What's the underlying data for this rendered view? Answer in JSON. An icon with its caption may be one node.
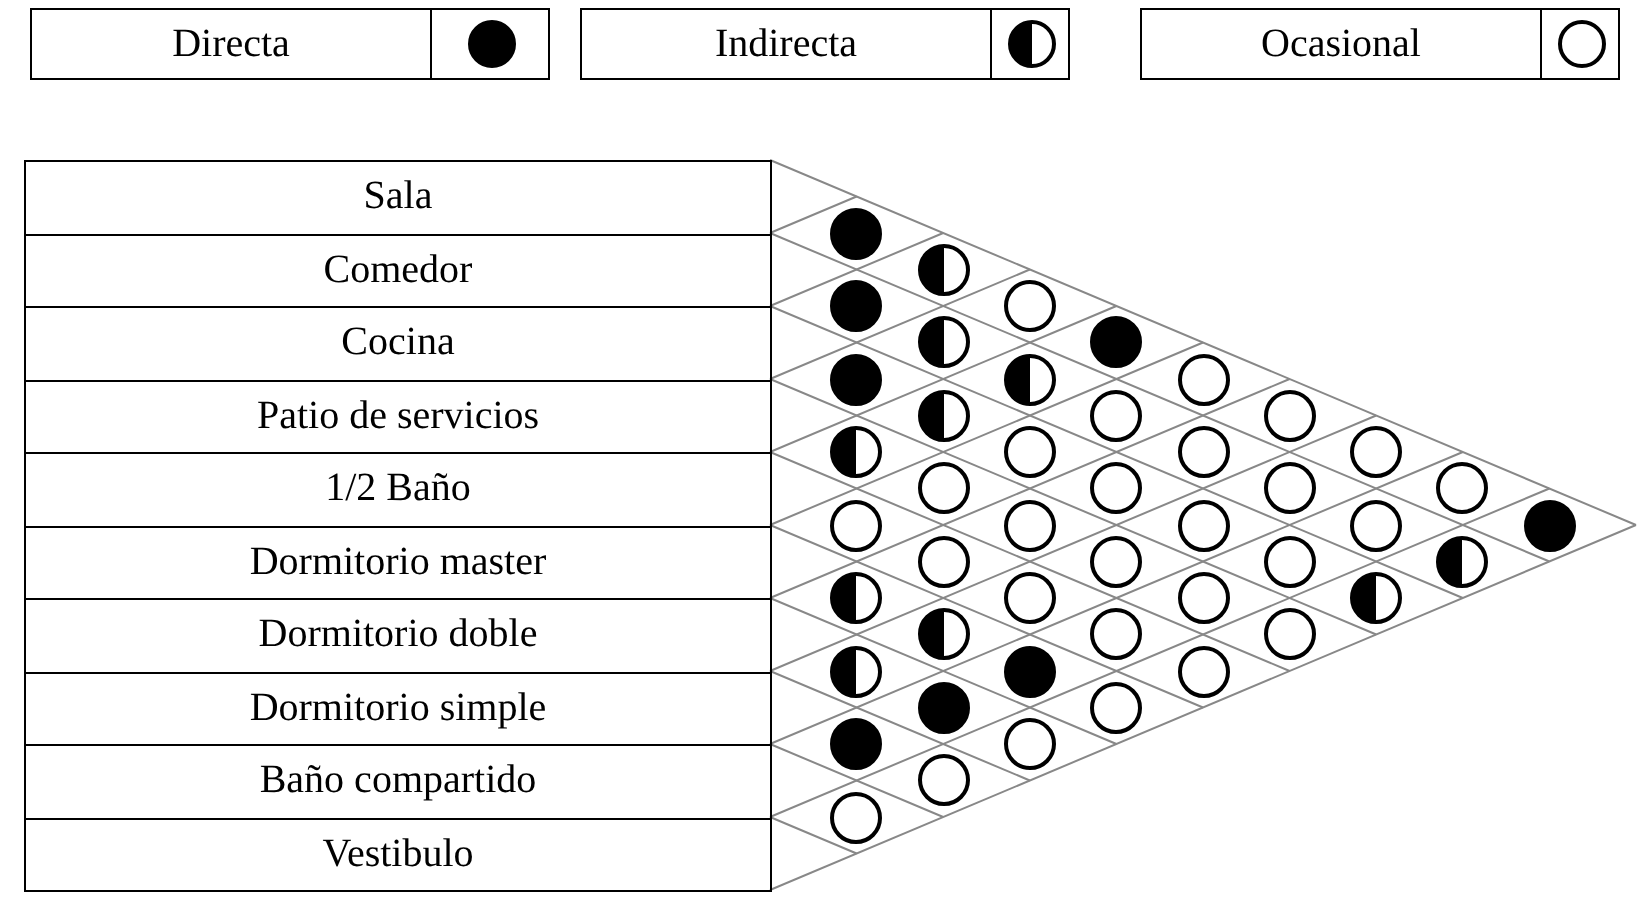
{
  "diagram": {
    "nodes": [
      {
        "text": [
          "Sala"
        ]
      },
      {
        "text": [
          "Comedor"
        ]
      },
      {
        "text": [
          "Cocina"
        ]
      },
      {
        "text": [
          "Patio de servicios"
        ]
      },
      {
        "text": [
          "1/2 Baño"
        ]
      },
      {
        "text": [
          "Dormitorio master"
        ]
      },
      {
        "text": [
          "Dormitorio doble"
        ]
      },
      {
        "text": [
          "Dormitorio simple"
        ]
      },
      {
        "text": [
          "Baño compartido"
        ]
      },
      {
        "text": [
          "Vestibulo"
        ]
      },
      {
        "text": [],
        "shape": "disc"
      },
      {
        "text": [],
        "shape": "half-disc"
      },
      {
        "text": [],
        "shape": "disc"
      },
      {
        "text": [],
        "shape": "circle"
      },
      {
        "text": [],
        "shape": "half-disc"
      },
      {
        "text": [],
        "shape": "disc"
      },
      {
        "text": [],
        "shape": "disc"
      },
      {
        "text": [],
        "shape": "half-disc"
      },
      {
        "text": [],
        "shape": "circle"
      },
      {
        "text": [],
        "shape": "half-disc"
      },
      {
        "text": [],
        "shape": "circle"
      },
      {
        "text": [],
        "shape": "circle"
      },
      {
        "text": [],
        "shape": "half-disc"
      },
      {
        "text": [],
        "shape": "circle"
      },
      {
        "text": [],
        "shape": "circle"
      },
      {
        "text": [],
        "shape": "circle"
      },
      {
        "text": [],
        "shape": "circle"
      },
      {
        "text": [],
        "shape": "circle"
      },
      {
        "text": [],
        "shape": "circle"
      },
      {
        "text": [],
        "shape": "circle"
      },
      {
        "text": [],
        "shape": "circle"
      },
      {
        "text": [],
        "shape": "circle"
      },
      {
        "text": [],
        "shape": "circle"
      },
      {
        "text": [],
        "shape": "circle"
      },
      {
        "text": [],
        "shape": "disc"
      },
      {
        "text": [],
        "shape": "circle"
      },
      {
        "text": [],
        "shape": "circle"
      },
      {
        "text": [],
        "shape": "circle"
      },
      {
        "text": [],
        "shape": "half-disc"
      },
      {
        "text": [],
        "shape": "half-disc"
      },
      {
        "text": [],
        "shape": "circle"
      },
      {
        "text": [],
        "shape": "circle"
      },
      {
        "text": [],
        "shape": "half-disc"
      },
      {
        "text": [],
        "shape": "half-disc"
      },
      {
        "text": [],
        "shape": "circle"
      },
      {
        "text": [],
        "shape": "circle"
      },
      {
        "text": [],
        "shape": "half-disc"
      },
      {
        "text": [],
        "shape": "disc"
      },
      {
        "text": [],
        "shape": "circle"
      },
      {
        "text": [],
        "shape": "disc"
      },
      {
        "text": [],
        "shape": "circle"
      },
      {
        "text": [],
        "shape": "disc"
      },
      {
        "text": [],
        "shape": "circle"
      },
      {
        "text": [],
        "shape": "circle"
      },
      {
        "text": [],
        "shape": "circle"
      }
    ],
    "legend": [
      {
        "text": "Directa"
      },
      {
        "text": "Indirecta"
      },
      {
        "text": "Ocasional"
      }
    ]
  }
}
